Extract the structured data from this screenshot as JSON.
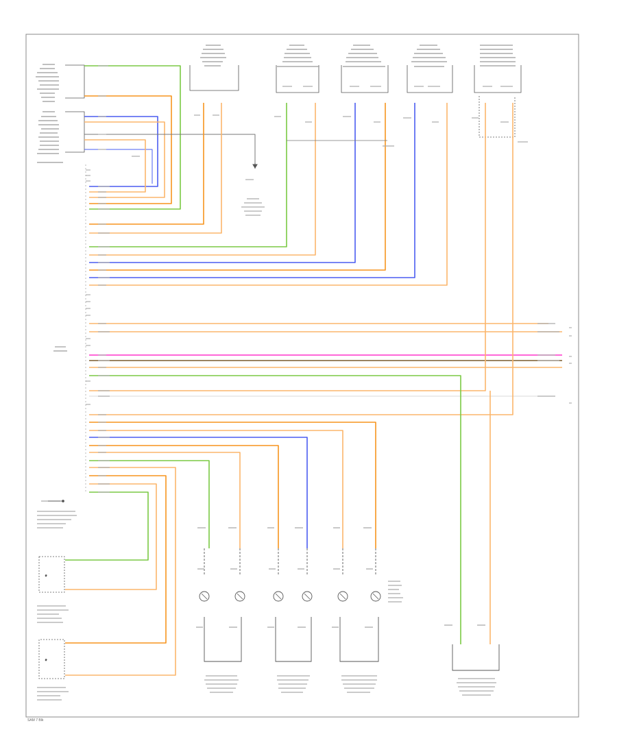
{
  "footer": {
    "code": "SAM 7 Blk"
  },
  "colors": {
    "green": "#7ac943",
    "orange": "#f7941d",
    "orange_light": "#fbb56b",
    "blue": "#4a5cf0",
    "pink": "#ff33cc",
    "brown": "#7a5c2e",
    "gray": "#777777",
    "black": "#333333"
  },
  "icons": [
    "ground-symbol",
    "resistor-coil-symbol",
    "switch-symbol"
  ]
}
